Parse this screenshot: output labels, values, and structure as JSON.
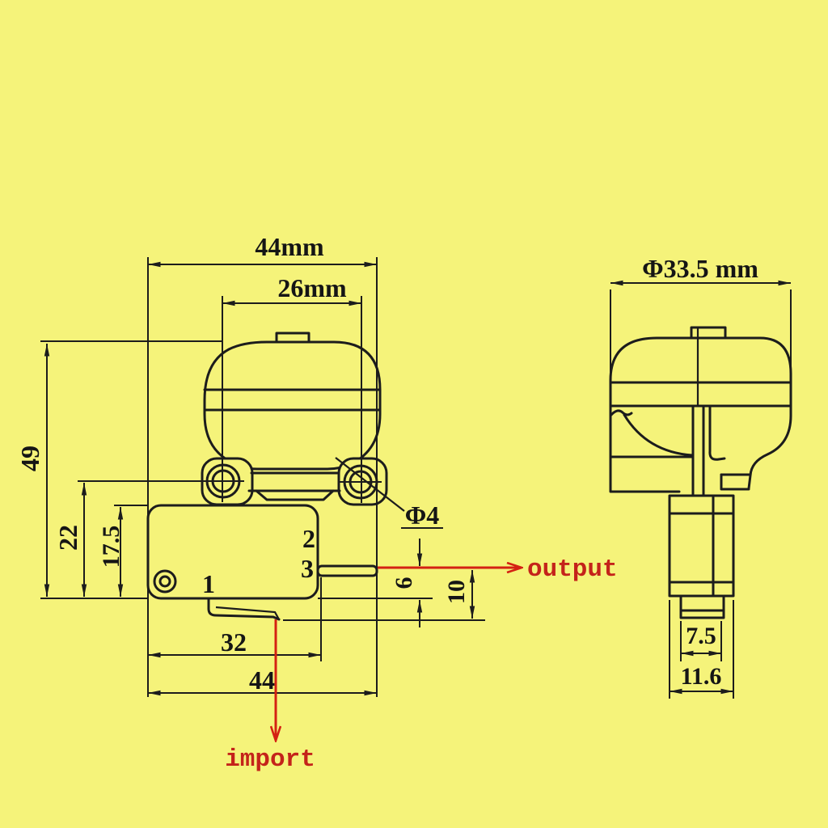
{
  "colors": {
    "background": "#f5f37a",
    "line": "#1c1c1c",
    "red_arrow": "#d42112",
    "red_text": "#c4231a"
  },
  "front_view": {
    "dims": {
      "overall_width_top": "44mm",
      "hole_spacing": "26mm",
      "overall_height": "49",
      "hinge_height": "22",
      "body_height": "17.5",
      "hole_diameter": "Φ4",
      "terminal_offset": "6",
      "terminal_depth": "10",
      "body_width": "32",
      "overall_width_bottom": "44"
    },
    "terminals": {
      "t1": "1",
      "t2": "2",
      "t3": "3"
    },
    "annotations": {
      "output_label": "output",
      "import_label": "import"
    }
  },
  "side_view": {
    "dims": {
      "diameter": "Φ33.5 mm",
      "nozzle_width": "7.5",
      "stem_width": "11.6"
    }
  }
}
